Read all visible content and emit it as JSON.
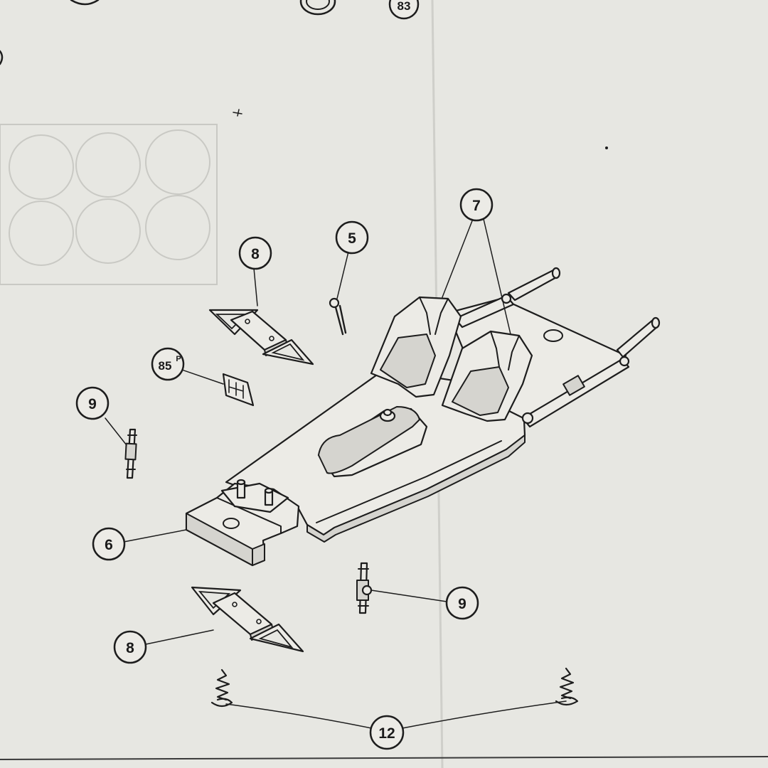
{
  "palette": {
    "paper": "#e7e7e2",
    "ink": "#1d1d1d",
    "ghost": "#c9c9c4"
  },
  "callouts": {
    "top_partial": "83",
    "seats": "7",
    "pin": "5",
    "bracket_upper": "8",
    "decal": "85",
    "decal_suffix": "P",
    "rod_left": "9",
    "chassis_front": "6",
    "rod_right": "9",
    "bracket_lower": "8",
    "springs": "12"
  }
}
